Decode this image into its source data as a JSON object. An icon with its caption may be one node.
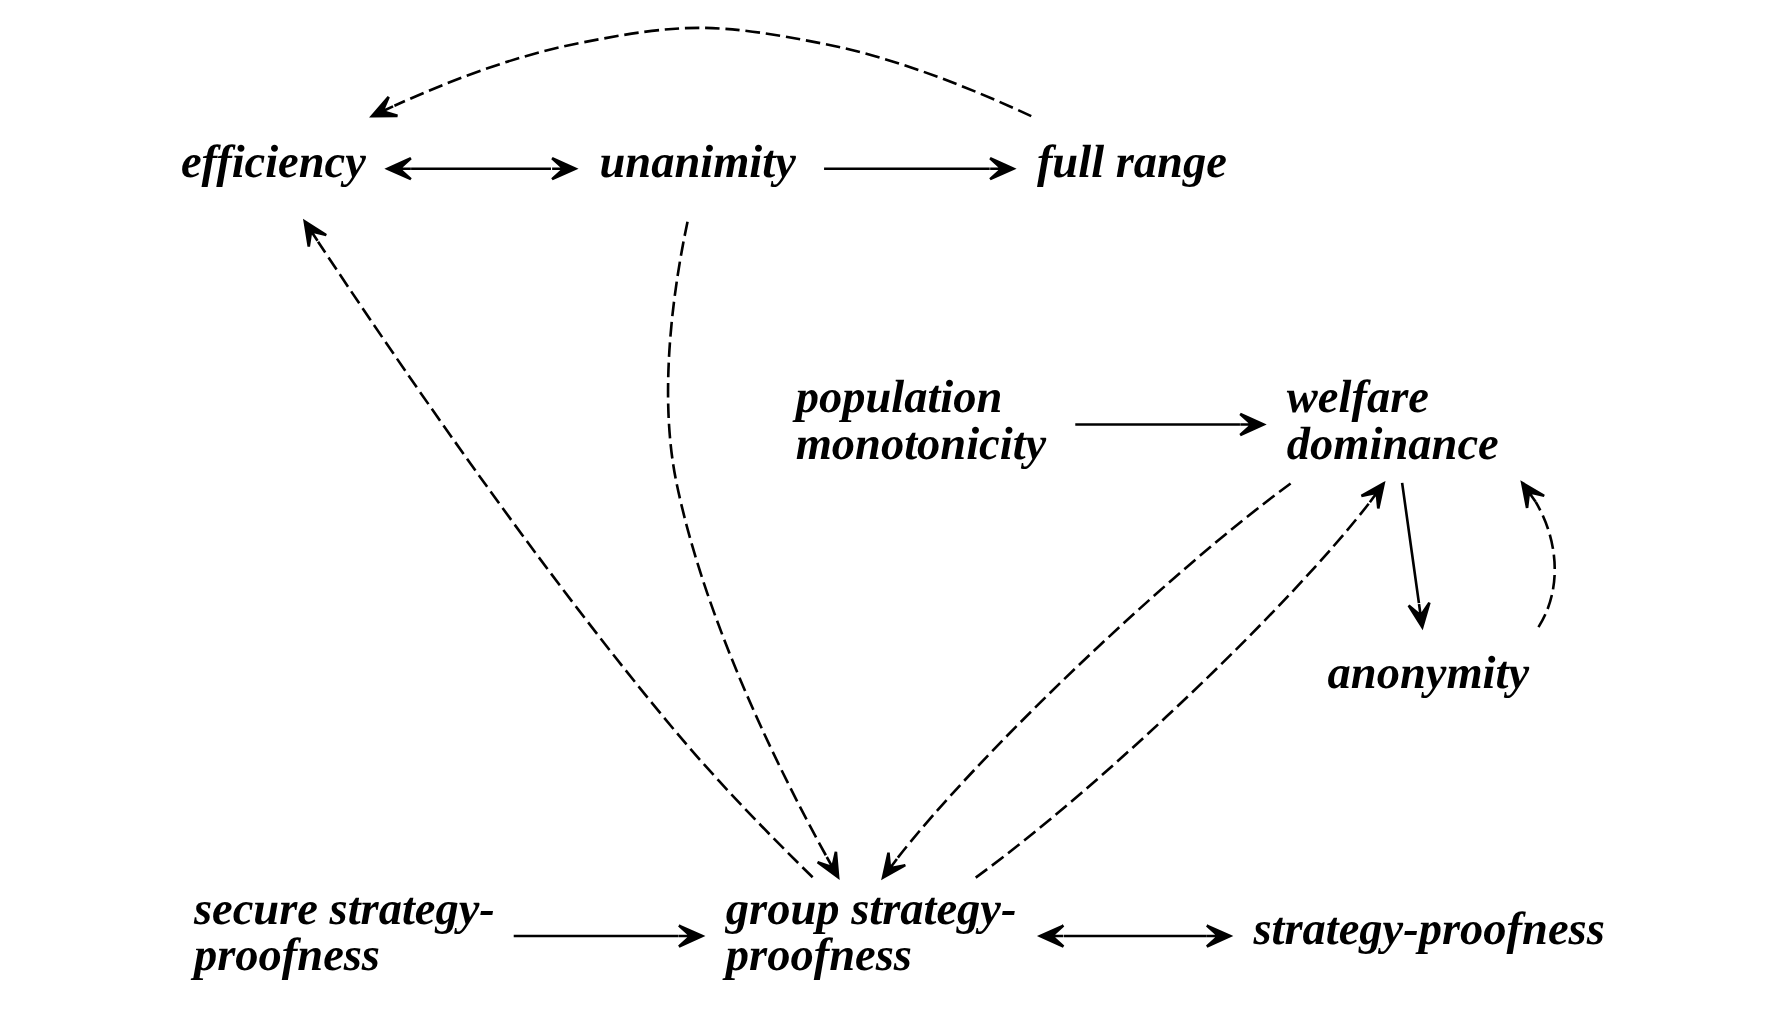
{
  "diagram": {
    "nodes": [
      {
        "text": [
          "efficiency"
        ]
      },
      {
        "text": [
          "unanimity"
        ]
      },
      {
        "text": [
          "full range"
        ]
      },
      {
        "text": [
          "population monotonicity"
        ]
      },
      {
        "text": [
          "welfare dominance"
        ]
      },
      {
        "text": [
          "anonymity"
        ]
      },
      {
        "text": [
          "secure strategy-proofness"
        ]
      },
      {
        "text": [
          "group strategy-proofness"
        ]
      },
      {
        "text": [
          "strategy-proofness"
        ]
      }
    ],
    "edges": [
      {
        "from": 0,
        "to": 1,
        "arrow": "both"
      },
      {
        "from": 1,
        "to": 2,
        "arrow": "to"
      },
      {
        "from": 3,
        "to": 4,
        "arrow": "to"
      },
      {
        "from": 4,
        "to": 5,
        "arrow": "to"
      },
      {
        "from": 6,
        "to": 7,
        "arrow": "to"
      },
      {
        "from": 7,
        "to": 8,
        "arrow": "both"
      },
      {
        "from": 2,
        "to": 0,
        "arrow": "to",
        "style": "dashed"
      },
      {
        "from": 7,
        "to": 0,
        "arrow": "to",
        "style": "dashed"
      },
      {
        "from": 1,
        "to": 7,
        "arrow": "to",
        "style": "dashed"
      },
      {
        "from": 4,
        "to": 7,
        "arrow": "to",
        "style": "dashed"
      },
      {
        "from": 7,
        "to": 4,
        "arrow": "to",
        "style": "dashed"
      },
      {
        "from": 5,
        "to": 4,
        "arrow": "to",
        "style": "dashed"
      }
    ]
  }
}
